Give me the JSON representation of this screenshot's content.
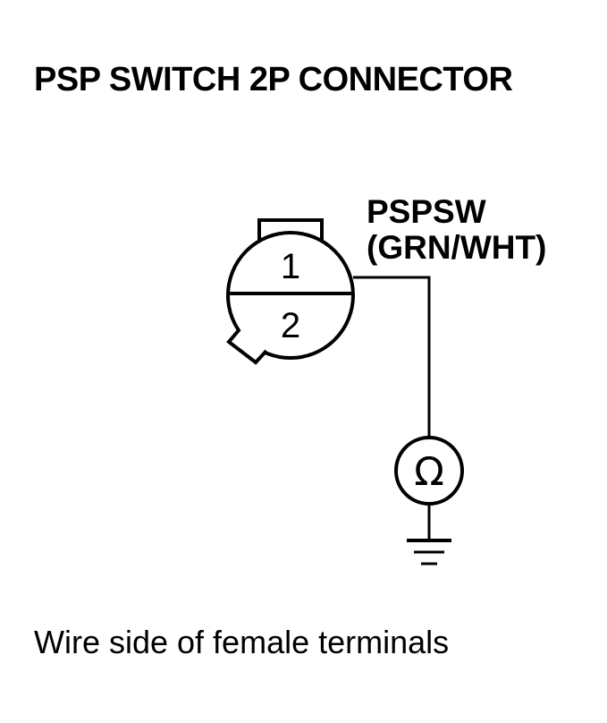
{
  "title": "PSP SWITCH 2P CONNECTOR",
  "connector": {
    "pins": [
      {
        "number": "1"
      },
      {
        "number": "2"
      }
    ]
  },
  "wire": {
    "name": "PSPSW",
    "color": "(GRN/WHT)"
  },
  "meter": {
    "symbol": "Ω",
    "icon": "ohmmeter-icon"
  },
  "ground": {
    "icon": "ground-icon"
  },
  "caption": "Wire side of female terminals",
  "colors": {
    "line": "#000000",
    "background": "#ffffff"
  }
}
